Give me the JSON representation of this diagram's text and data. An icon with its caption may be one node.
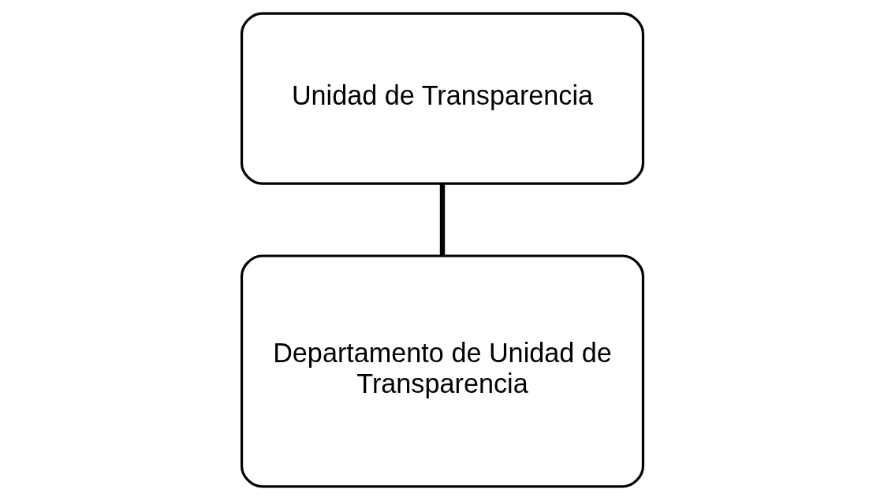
{
  "diagram": {
    "nodes": [
      {
        "text": [
          "Unidad de Transparencia"
        ]
      },
      {
        "text": [
          "Departamento de Unidad de Transparencia"
        ]
      }
    ],
    "edges": [
      {
        "from": 0,
        "to": 1,
        "arrow": "none"
      }
    ]
  }
}
